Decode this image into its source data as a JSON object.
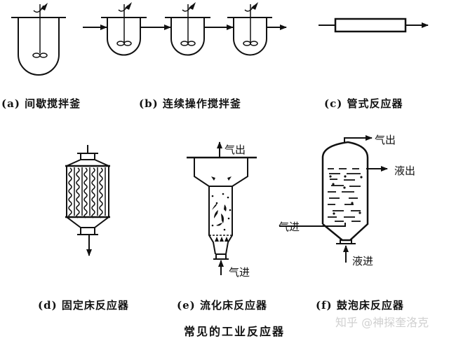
{
  "figure": {
    "title": "常见的工业反应器",
    "watermark": "知乎 @神探奎洛克"
  },
  "reactors": [
    {
      "id": "a",
      "caption": "(a) 间歇搅拌釜"
    },
    {
      "id": "b",
      "caption": "(b) 连续操作搅拌釜"
    },
    {
      "id": "c",
      "caption": "(c) 管式反应器"
    },
    {
      "id": "d",
      "caption": "(d) 固定床反应器"
    },
    {
      "id": "e",
      "caption": "(e) 流化床反应器",
      "flows": {
        "gas_out": "气出",
        "gas_in": "气进"
      }
    },
    {
      "id": "f",
      "caption": "(f) 鼓泡床反应器",
      "flows": {
        "gas_out": "气出",
        "liquid_out": "液出",
        "gas_in": "气进",
        "liquid_in": "液进"
      }
    }
  ],
  "colors": {
    "line": "#111111",
    "background": "#ffffff"
  }
}
